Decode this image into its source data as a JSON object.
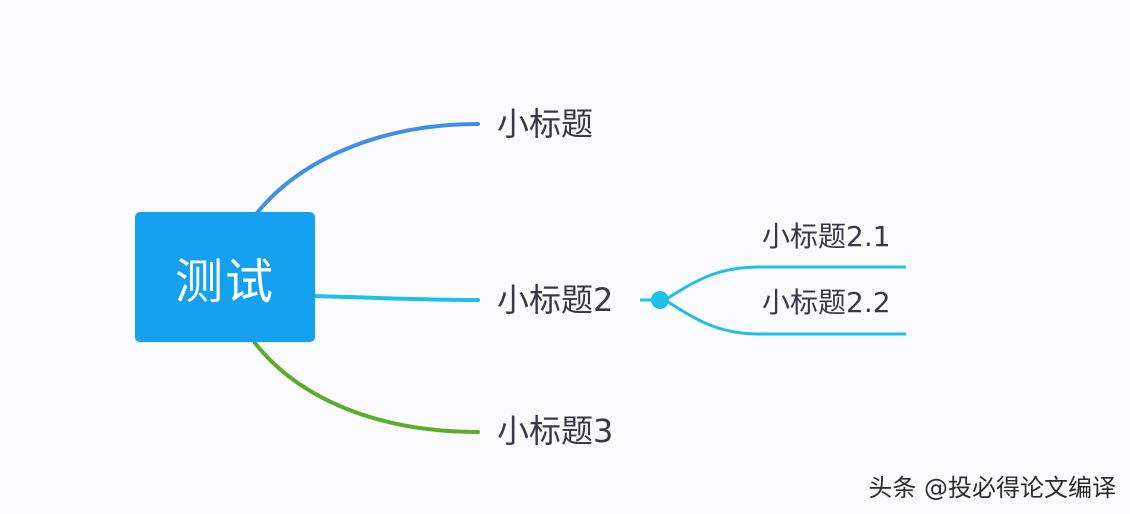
{
  "root": {
    "label": "测试"
  },
  "topics": [
    {
      "label": "小标题"
    },
    {
      "label": "小标题2"
    },
    {
      "label": "小标题3"
    }
  ],
  "subtopics": [
    {
      "label": "小标题2.1"
    },
    {
      "label": "小标题2.2"
    }
  ],
  "watermark": "头条 @投必得论文编译",
  "colors": {
    "root_fill": "#15a0f0",
    "branch_1": "#3f8fe6",
    "branch_2": "#1ec0ea",
    "branch_3": "#5aac2a",
    "sub_branch": "#1ec0ea",
    "text": "#3a3846",
    "background": "#fbfbfd"
  }
}
